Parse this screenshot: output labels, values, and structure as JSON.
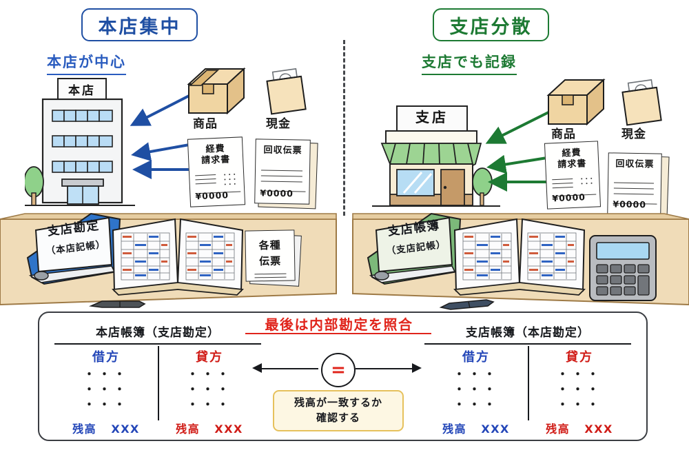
{
  "left": {
    "badge": "本店集中",
    "subhead": "本店が中心",
    "building_sign": "本店",
    "objects": [
      {
        "name": "商品",
        "icon": "box-icon"
      },
      {
        "name": "現金",
        "icon": "cash-envelope-icon"
      }
    ],
    "slips": [
      {
        "title": "経費\n請求書",
        "amount": "¥0000"
      },
      {
        "title": "回収伝票",
        "amount": "¥0000"
      }
    ],
    "slip1_title_line1": "経費",
    "slip1_title_line2": "請求書",
    "slip1_amount": "¥0000",
    "slip2_title": "回収伝票",
    "slip2_amount": "¥0000",
    "book_title": "支店勘定",
    "book_sub": "（本店記帳）",
    "papers_line1": "各種",
    "papers_line2": "伝票"
  },
  "right": {
    "badge": "支店分散",
    "subhead": "支店でも記録",
    "building_sign": "支店",
    "objects": [
      {
        "name": "商品",
        "icon": "box-icon"
      },
      {
        "name": "現金",
        "icon": "cash-envelope-icon"
      }
    ],
    "slip1_title_line1": "経費",
    "slip1_title_line2": "請求書",
    "slip1_amount": "¥0000",
    "slip2_title": "回収伝票",
    "slip2_amount": "¥0000",
    "book_title": "支店帳簿",
    "book_sub": "（支店記帳）",
    "calculator": "calculator-icon"
  },
  "panel": {
    "left_ledger": {
      "caption": "本店帳簿（支店勘定）",
      "debit_label": "借方",
      "credit_label": "貸方",
      "dots": "・・・",
      "debit_balance_label": "残高",
      "debit_balance_value": "XXX",
      "credit_balance_label": "残高",
      "credit_balance_value": "XXX"
    },
    "right_ledger": {
      "caption": "支店帳簿（本店勘定）",
      "debit_label": "借方",
      "credit_label": "貸方",
      "dots": "・・・",
      "debit_balance_label": "残高",
      "debit_balance_value": "XXX",
      "credit_balance_label": "残高",
      "credit_balance_value": "XXX"
    },
    "center": {
      "red_heading": "最後は内部勘定を照合",
      "equals": "=",
      "note_line1": "残高が一致するか",
      "note_line2": "確認する"
    }
  },
  "colors": {
    "blue_accent": "#1f4fa3",
    "green_accent": "#1d7a33",
    "red_accent": "#e0241b",
    "debit_blue": "#2346b8",
    "credit_red": "#d01b16",
    "desk_wood": "#f0dcb8",
    "note_bg": "#fdf7e3",
    "note_border": "#e6c15c"
  }
}
